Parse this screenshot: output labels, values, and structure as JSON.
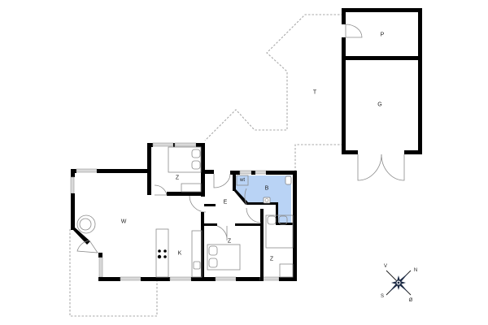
{
  "floorplan": {
    "rooms": {
      "terrace": {
        "label": "T"
      },
      "shed": {
        "label": "P"
      },
      "garage": {
        "label": "G"
      },
      "bedroom_top": {
        "label": "Z"
      },
      "living": {
        "label": "W"
      },
      "entrance": {
        "label": "E"
      },
      "bathroom": {
        "label": "B"
      },
      "wc": {
        "label": "wt"
      },
      "kitchen": {
        "label": "K"
      },
      "bedroom_middle": {
        "label": "Z"
      },
      "bedroom_right": {
        "label": "Z"
      }
    },
    "colors": {
      "wall": "#000000",
      "bathroom_fill": "#b9d3f5",
      "window": "#d9d9d9",
      "terrace_outline": "#a8a8a8"
    },
    "compass": {
      "north": "N",
      "south": "S",
      "east": "Ø",
      "west": "V"
    }
  }
}
